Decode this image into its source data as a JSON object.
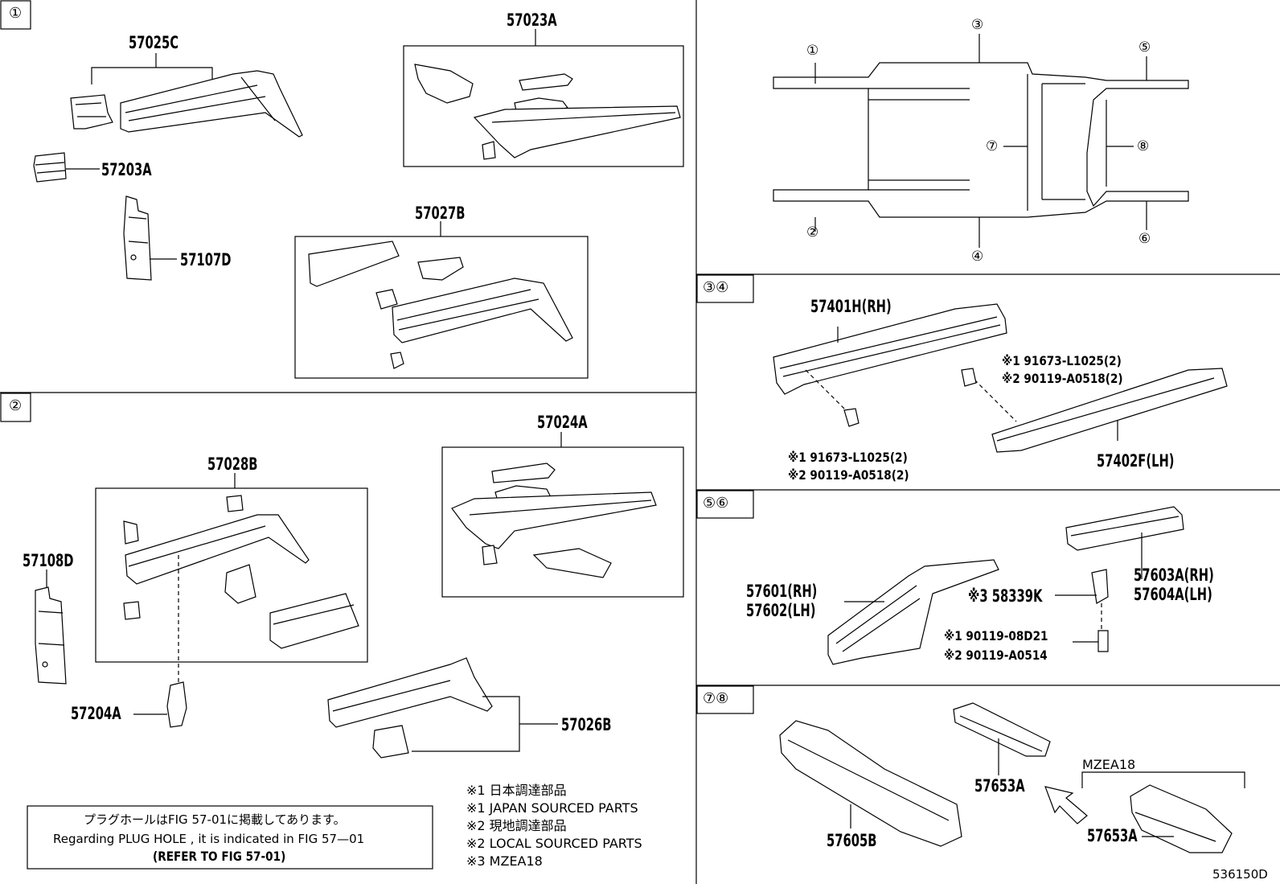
{
  "sections": {
    "s1": "①",
    "s2": "②",
    "s34": "③④",
    "s56": "⑤⑥",
    "s78": "⑦⑧"
  },
  "overview": {
    "c1": "①",
    "c2": "②",
    "c3": "③",
    "c4": "④",
    "c5": "⑤",
    "c6": "⑥",
    "c7": "⑦",
    "c8": "⑧"
  },
  "parts": {
    "p57025C": "57025C",
    "p57203A": "57203A",
    "p57107D": "57107D",
    "p57023A": "57023A",
    "p57027B": "57027B",
    "p57028B": "57028B",
    "p57024A": "57024A",
    "p57108D": "57108D",
    "p57204A": "57204A",
    "p57026B": "57026B",
    "p57401H": "57401H(RH)",
    "p57402F": "57402F(LH)",
    "p57601": "57601(RH)",
    "p57602": "57602(LH)",
    "p58339K": "※3 58339K",
    "p57603A": "57603A(RH)",
    "p57604A": "57604A(LH)",
    "p57653A_1": "57653A",
    "p57653A_2": "57653A",
    "p57605B": "57605B",
    "mzea18": "MZEA18"
  },
  "fasteners": {
    "f1a": "※1 91673-L1025(2)",
    "f1b": "※2 90119-A0518(2)",
    "f2a": "※1 91673-L1025(2)",
    "f2b": "※2 90119-A0518(2)",
    "f3a": "※1 90119-08D21",
    "f3b": "※2 90119-A0514"
  },
  "legend": [
    "※1 日本調達部品",
    "※1 JAPAN SOURCED PARTS",
    "※2 現地調達部品",
    "※2 LOCAL SOURCED PARTS",
    "※3 MZEA18"
  ],
  "notice": {
    "line1": "プラグホールはFIG 57-01に掲載してあります。",
    "line2": "Regarding PLUG HOLE , it is indicated in FIG 57—01",
    "line3": "(REFER TO FIG 57-01)"
  },
  "figure_id": "536150D"
}
